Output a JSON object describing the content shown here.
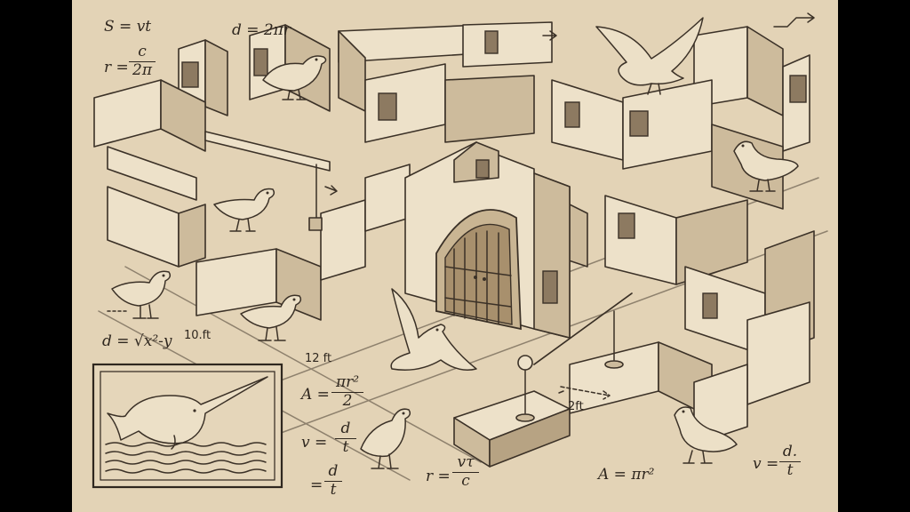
{
  "formulas": {
    "s_vt": "S = vt",
    "d_2pir": "d = 2πr",
    "r_prefix": "r =",
    "r_num": "c",
    "r_den": "2π",
    "d_sqrt": "d = √x²-y",
    "area1_prefix": "A =",
    "area1_num": "πr²",
    "area1_den": "2",
    "v1_prefix": "v =",
    "v1_num": "d",
    "v1_den": "t",
    "eq_prefix": "=",
    "eq_num": "d",
    "eq_den": "t",
    "r2_prefix": "r =",
    "r2_num": "vτ",
    "r2_den": "c",
    "area2": "A = πr²",
    "v2_prefix": "v =",
    "v2_num": "d.",
    "v2_den": "t"
  },
  "measurements": {
    "ten_ft": "10.ft",
    "twelve_ft": "12 ft",
    "two_ft": "2ft"
  },
  "colors": {
    "paper": "#e3d3b6",
    "ink": "#3b3127",
    "wall_light": "#ede1c9",
    "wall_shade": "#cdbb9c",
    "frame_bg": "#000000"
  },
  "icons": [
    "bird-icon",
    "flying-bird-icon",
    "narwhal-icon",
    "gate-icon",
    "lamp-post-icon",
    "arrow-icon"
  ]
}
